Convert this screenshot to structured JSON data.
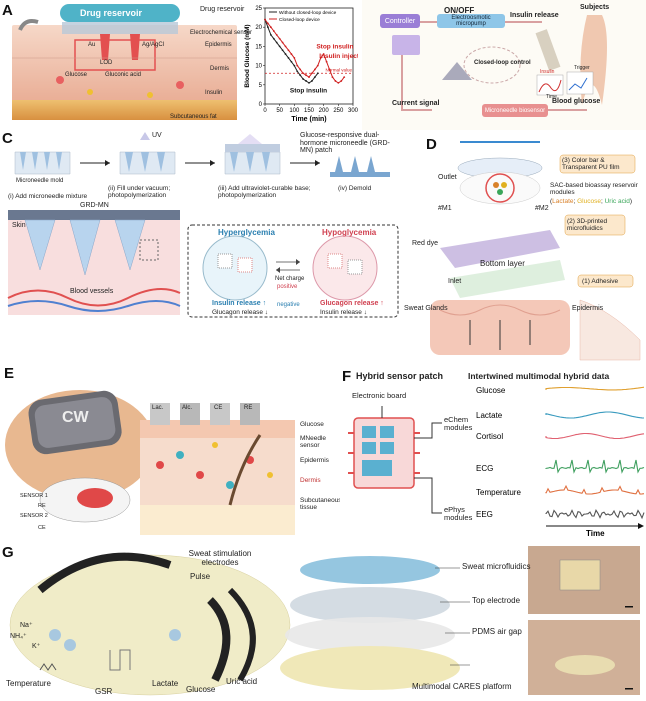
{
  "panels": {
    "A": {
      "label": "A",
      "reservoir": "Drug reservoir",
      "reservoir_tag": "Drug reservoir",
      "layers": [
        "Electrochemical sensor",
        "Epidermis",
        "Dermis",
        "Insulin",
        "Subcutaneous fat"
      ],
      "electrodes": [
        "Au",
        "Ag/AgCl"
      ],
      "species": [
        "LOD",
        "Glucose",
        "Gluconic acid"
      ],
      "chart_data": {
        "type": "line",
        "ylabel": "Blood Glucose (mM)",
        "xlabel": "Time (min)",
        "xlim": [
          0,
          300
        ],
        "ylim": [
          0,
          25
        ],
        "xticks": [
          "0",
          "50",
          "100",
          "150",
          "200",
          "250",
          "300"
        ],
        "yticks": [
          "0",
          "5",
          "10",
          "15",
          "20",
          "25"
        ],
        "legend_placement": "top-right",
        "series": [
          {
            "name": "Without closed-loop device",
            "color": "#222222",
            "x": [
              0,
              10,
              20,
              30,
              40,
              50,
              60,
              70,
              80,
              90,
              100,
              110,
              120,
              130,
              140,
              150,
              160,
              170,
              180
            ],
            "y": [
              22,
              20,
              18,
              17,
              16,
              15,
              14,
              13,
              12,
              11,
              10,
              8.5,
              7.5,
              6.5,
              6,
              5.5,
              6,
              7,
              8
            ]
          },
          {
            "name": "Closed-loop device",
            "color": "#d02020",
            "x": [
              0,
              10,
              20,
              30,
              40,
              50,
              60,
              70,
              80,
              90,
              100,
              110,
              120,
              130,
              140,
              150,
              160,
              170,
              180,
              190,
              200,
              210,
              220,
              230,
              240,
              250,
              260,
              270
            ],
            "y": [
              22,
              21,
              20,
              19,
              18,
              17,
              16,
              15,
              14,
              13,
              12,
              10,
              9,
              8,
              7.5,
              7,
              8,
              9,
              10,
              12,
              13,
              11,
              9,
              7,
              6,
              5.5,
              6,
              7
            ]
          }
        ],
        "reference_line": {
          "y": 8,
          "label": "Normal value",
          "color": "#d02020"
        },
        "annotations": [
          "Stop insulin",
          "Insulin injection",
          "Stop insulin"
        ]
      }
    },
    "B": {
      "label": "B",
      "controller": "Controller",
      "onoff": "ON/OFF",
      "pump": "Electroosmotic micropump",
      "release": "Insulin release",
      "subjects": "Subjects",
      "closed_loop": "Closed-loop control",
      "current": "Current signal",
      "biosensor": "Microneedle biosensor",
      "blood_glucose": "Blood glucose",
      "insulin_level": "Insulin",
      "trigger": "Trigger",
      "time": "Time"
    },
    "C": {
      "label": "C",
      "uv": "UV",
      "patch_title": "Glucose-responsive dual-hormone microneedle (GRD-MN) patch",
      "steps": [
        "(i) Add microneedle mixture",
        "(ii) Fill under vacuum; photopolymerization",
        "(iii) Add ultraviolet-curable base; photopolymerization",
        "(iv) Demold"
      ],
      "mold": "Microneedle mold",
      "grdmn": "GRD-MN",
      "skin": "Skin",
      "vessels": "Blood vessels",
      "hyper": "Hyperglycemia",
      "hypo": "Hypoglycemia",
      "net_charge": "Net charge",
      "positive": "positive",
      "negative": "negative",
      "hyper_out1": "Insulin release ↑",
      "hyper_out2": "Glucagon release ↓",
      "hypo_out1": "Glucagon release ↑",
      "hypo_out2": "Insulin release ↓"
    },
    "D": {
      "label": "D",
      "film": "(3) Color bar & Transparent PU film",
      "outlet": "Outlet",
      "sac": "SAC-based bioassay reservoir modules",
      "sac_paren_open": "(",
      "lactate": "Lactate",
      "glucose": "Glucose",
      "uric": "Uric acid",
      "sac_paren_close": ")",
      "m1": "#M1",
      "m2": "#M2",
      "printed": "(2) 3D-printed microfluidics",
      "red_dye": "Red dye",
      "bottom": "Bottom layer",
      "inlet": "Inlet",
      "adhesive": "(1) Adhesive",
      "sweat_glands": "Sweat Glands",
      "epidermis": "Epidermis",
      "colors": {
        "lactate": "#d9822b",
        "glucose": "#e0b020",
        "uric": "#3aa65a"
      }
    },
    "E": {
      "label": "E",
      "device_text": "CW",
      "strips": [
        "Lac.",
        "Alc.",
        "CE",
        "RE"
      ],
      "layers": [
        "Glucose",
        "MNeedle sensor",
        "Epidermis",
        "Dermis",
        "Subcutaneous tissue"
      ],
      "sensors": [
        "SENSOR 1",
        "RE",
        "SENSOR 2",
        "CE"
      ]
    },
    "F": {
      "label": "F",
      "title": "Hybrid sensor patch",
      "board": "Electronic board",
      "echem": "eChem modules",
      "ephys": "ePhys modules",
      "data_title": "Intertwined multimodal  hybrid data",
      "signals": [
        {
          "name": "Glucose",
          "color": "#e0a030"
        },
        {
          "name": "Lactate",
          "color": "#3a9bbf"
        },
        {
          "name": "Cortisol",
          "color": "#e06070"
        },
        {
          "name": "ECG",
          "color": "#40a060"
        },
        {
          "name": "Temperature",
          "color": "#e07040"
        },
        {
          "name": "EEG",
          "color": "#555555"
        }
      ],
      "time": "Time"
    },
    "G": {
      "label": "G",
      "ions": [
        "Na⁺",
        "NH₄⁺",
        "K⁺"
      ],
      "left_labels": [
        "Sweat stimulation electrodes",
        "Pulse",
        "Temperature",
        "GSR",
        "Lactate",
        "Glucose",
        "Uric acid"
      ],
      "right_labels": [
        "Sweat microfluidics",
        "Top electrode",
        "PDMS air gap",
        "Multimodal CARES platform"
      ]
    }
  }
}
